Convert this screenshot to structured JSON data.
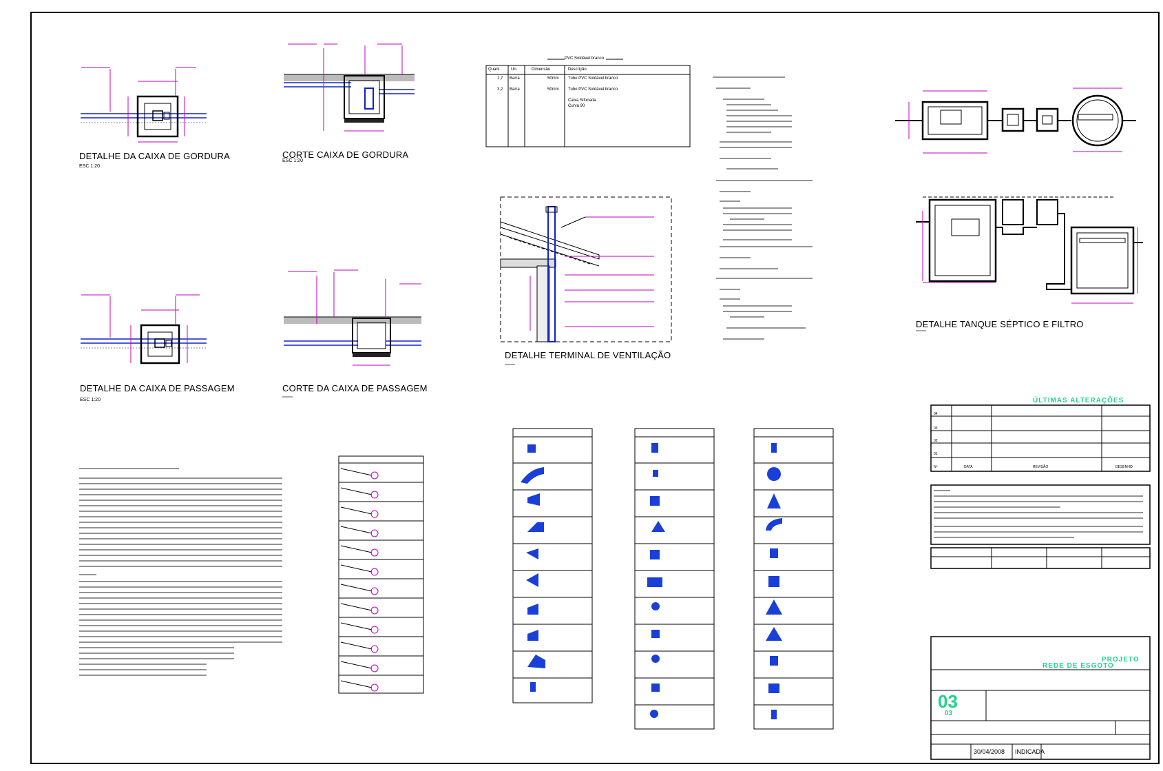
{
  "sheet": {
    "titles": {
      "caixa_gordura_detalhe": "DETALHE DA CAIXA DE GORDURA",
      "caixa_gordura_corte": "CORTE CAIXA DE GORDURA",
      "caixa_passagem_detalhe": "DETALHE DA CAIXA DE PASSAGEM",
      "caixa_passagem_corte": "CORTE DA CAIXA DE PASSAGEM",
      "terminal_ventilacao": "DETALHE TERMINAL DE VENTILAÇÃO",
      "tanque_septico": "DETALHE TANQUE SÉPTICO E FILTRO"
    },
    "scales": {
      "caixa_gordura_detalhe": "ESC 1:20",
      "caixa_gordura_corte": "ESC 1:20",
      "caixa_passagem_detalhe": "ESC 1:20"
    },
    "materials_table": {
      "title": "PVC Soldável branco",
      "headers": [
        "Quant.",
        "Un.",
        "Dimensão",
        "Descrição"
      ],
      "rows": [
        [
          "1,7",
          "Barra",
          "50mm",
          "Tubo PVC Soldável branco"
        ],
        [
          "3,2",
          "Barra",
          "50mm",
          "Tubo PVC Soldável branco"
        ],
        [
          "",
          "",
          "",
          "Caixa Sifonada"
        ],
        [
          "",
          "",
          "",
          "Curva 90"
        ]
      ]
    },
    "revisions": {
      "title": "ÚLTIMAS ALTERAÇÕES",
      "rows": [
        "04",
        "03",
        "02",
        "01"
      ],
      "footer": [
        "Nº",
        "DATA",
        "REVISÃO",
        "DESENHO"
      ]
    },
    "project": {
      "label": "PROJETO",
      "name": "REDE DE ESGOTO",
      "sheet_number": "03",
      "sheet_total": "03",
      "date": "30/04/2008",
      "scale": "INDICADA"
    }
  }
}
